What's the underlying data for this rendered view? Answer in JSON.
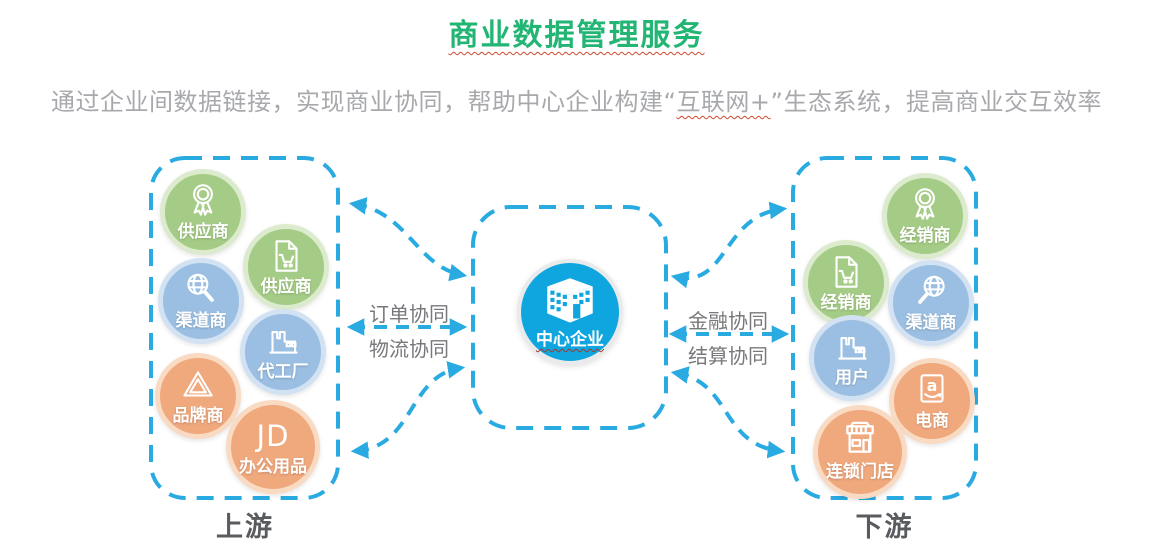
{
  "title": "商业数据管理服务",
  "subtitle": {
    "pre": "通过企业间数据链接，实现商业协同，帮助中心企业构建“",
    "highlight": "互联网+",
    "post": "”生态系统，提高商业交互效率"
  },
  "center": {
    "label": "中心企业",
    "icon": "building-icon"
  },
  "left_links": {
    "line1": "订单协同",
    "line2": "物流协同"
  },
  "right_links": {
    "line1": "金融协同",
    "line2": "结算协同"
  },
  "upstream": {
    "caption": "上游",
    "nodes": [
      {
        "label": "供应商",
        "icon": "medal-icon",
        "color": "green"
      },
      {
        "label": "供应商",
        "icon": "document-cart-icon",
        "color": "green"
      },
      {
        "label": "渠道商",
        "icon": "globe-search-icon",
        "color": "blue"
      },
      {
        "label": "代工厂",
        "icon": "factory-icon",
        "color": "blue"
      },
      {
        "label": "品牌商",
        "icon": "drive-triangle-icon",
        "color": "orange"
      },
      {
        "label": "办公用品",
        "icon": "jd-text-icon",
        "icon_text": "JD",
        "color": "orange"
      }
    ]
  },
  "downstream": {
    "caption": "下游",
    "nodes": [
      {
        "label": "经销商",
        "icon": "medal-icon",
        "color": "green"
      },
      {
        "label": "经销商",
        "icon": "document-cart-icon",
        "color": "green"
      },
      {
        "label": "渠道商",
        "icon": "globe-search-icon",
        "color": "blue"
      },
      {
        "label": "用户",
        "icon": "factory-icon",
        "color": "blue"
      },
      {
        "label": "电商",
        "icon": "amazon-icon",
        "icon_text": "a",
        "color": "orange"
      },
      {
        "label": "连锁门店",
        "icon": "storefront-icon",
        "color": "orange"
      }
    ]
  },
  "colors": {
    "title_green": "#22B573",
    "subtitle_gray": "#A7A9AC",
    "accent_cyan": "#29ABE2",
    "center_blue": "#0FA5DE",
    "node_green": "#A5CC86",
    "node_green_ring": "#DCEBCD",
    "node_blue": "#9BBFE2",
    "node_blue_ring": "#D3E2F2",
    "node_orange": "#F0A87D",
    "node_orange_ring": "#F9DAC2",
    "caption_dark": "#595B5E",
    "link_text_gray": "#77787B",
    "squiggle_red": "#D0482F"
  }
}
